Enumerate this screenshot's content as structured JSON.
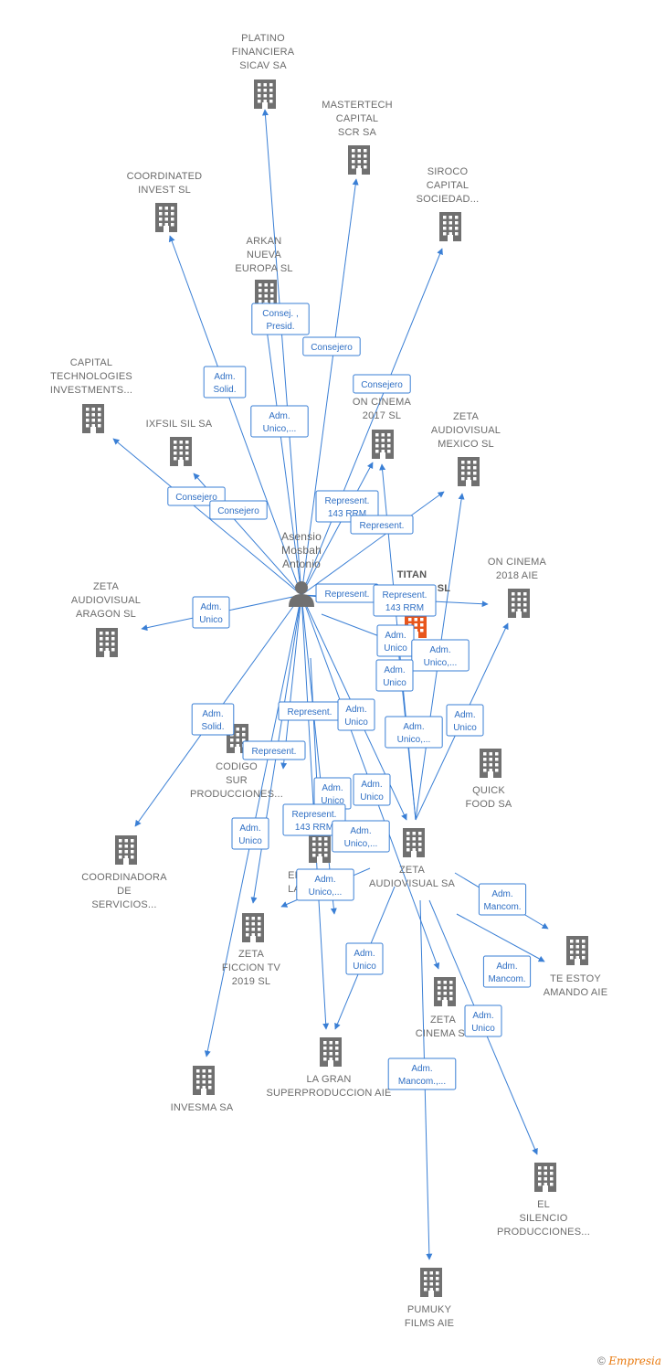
{
  "center": {
    "lines": [
      "Asensio",
      "Mosbah",
      "Antonio"
    ]
  },
  "nodes": [
    {
      "id": "platino",
      "lines": [
        "PLATINO",
        "FINANCIERA",
        "SICAV SA"
      ]
    },
    {
      "id": "mastertech",
      "lines": [
        "MASTERTECH",
        "CAPITAL",
        "SCR SA"
      ]
    },
    {
      "id": "coordinated",
      "lines": [
        "COORDINATED",
        "INVEST  SL"
      ]
    },
    {
      "id": "siroco",
      "lines": [
        "SIROCO",
        "CAPITAL",
        "SOCIEDAD..."
      ]
    },
    {
      "id": "arkan",
      "lines": [
        "ARKAN",
        "NUEVA",
        "EUROPA  SL"
      ]
    },
    {
      "id": "captech",
      "lines": [
        "CAPITAL",
        "TECHNOLOGIES",
        "INVESTMENTS..."
      ]
    },
    {
      "id": "ixfsil",
      "lines": [
        "IXFSIL SIL SA"
      ]
    },
    {
      "id": "oncinema2017",
      "lines": [
        "ON CINEMA",
        "2017  SL"
      ]
    },
    {
      "id": "zetamexico",
      "lines": [
        "ZETA",
        "AUDIOVISUAL",
        "MEXICO  SL"
      ]
    },
    {
      "id": "titan",
      "lines": [
        "TITAN",
        "SL"
      ]
    },
    {
      "id": "oncinema2018",
      "lines": [
        "ON CINEMA",
        "2018  AIE"
      ]
    },
    {
      "id": "zetaaragon",
      "lines": [
        "ZETA",
        "AUDIOVISUAL",
        "ARAGON SL"
      ]
    },
    {
      "id": "codigosur",
      "lines": [
        "CODIGO",
        "SUR",
        "PRODUCCIONES..."
      ]
    },
    {
      "id": "quickfood",
      "lines": [
        "QUICK",
        "FOOD SA"
      ]
    },
    {
      "id": "coordinadora",
      "lines": [
        "COORDINADORA",
        "DE",
        "SERVICIOS..."
      ]
    },
    {
      "id": "ellalinea",
      "lines": [
        "EL",
        "LA"
      ]
    },
    {
      "id": "zetaaudiovisual",
      "lines": [
        "ZETA",
        "AUDIOVISUAL SA"
      ]
    },
    {
      "id": "zetaficcion",
      "lines": [
        "ZETA",
        "FICCION TV",
        "2019  SL"
      ]
    },
    {
      "id": "teestoy",
      "lines": [
        "TE ESTOY",
        "AMANDO AIE"
      ]
    },
    {
      "id": "zetacinema",
      "lines": [
        "ZETA",
        "CINEMA SL"
      ]
    },
    {
      "id": "lagran",
      "lines": [
        "LA GRAN",
        "SUPERPRODUCCION AIE"
      ]
    },
    {
      "id": "invesma",
      "lines": [
        "INVESMA SA"
      ]
    },
    {
      "id": "elsilencio",
      "lines": [
        "EL",
        "SILENCIO",
        "PRODUCCIONES..."
      ]
    },
    {
      "id": "pumuky",
      "lines": [
        "PUMUKY",
        "FILMS AIE"
      ]
    }
  ],
  "edge_labels": [
    {
      "lines": [
        "Consej. ,",
        "Presid."
      ]
    },
    {
      "lines": [
        "Consejero"
      ]
    },
    {
      "lines": [
        "Adm.",
        "Solid."
      ]
    },
    {
      "lines": [
        "Consejero"
      ]
    },
    {
      "lines": [
        "Adm.",
        "Unico,..."
      ]
    },
    {
      "lines": [
        "Consejero"
      ]
    },
    {
      "lines": [
        "Consejero"
      ]
    },
    {
      "lines": [
        "Represent.",
        "143 RRM"
      ]
    },
    {
      "lines": [
        "Represent."
      ]
    },
    {
      "lines": [
        "Adm.",
        "Unico"
      ]
    },
    {
      "lines": [
        "Represent."
      ]
    },
    {
      "lines": [
        "Represent.",
        "143 RRM"
      ]
    },
    {
      "lines": [
        "Adm.",
        "Unico"
      ]
    },
    {
      "lines": [
        "Adm.",
        "Unico,..."
      ]
    },
    {
      "lines": [
        "Adm.",
        "Unico"
      ]
    },
    {
      "lines": [
        "Adm.",
        "Solid."
      ]
    },
    {
      "lines": [
        "Represent."
      ]
    },
    {
      "lines": [
        "Adm.",
        "Unico"
      ]
    },
    {
      "lines": [
        "Adm.",
        "Unico"
      ]
    },
    {
      "lines": [
        "Represent."
      ]
    },
    {
      "lines": [
        "Adm.",
        "Unico,..."
      ]
    },
    {
      "lines": [
        "Adm.",
        "Unico"
      ]
    },
    {
      "lines": [
        "Adm.",
        "Unico"
      ]
    },
    {
      "lines": [
        "Represent.",
        "143 RRM"
      ]
    },
    {
      "lines": [
        "Adm.",
        "Unico"
      ]
    },
    {
      "lines": [
        "Adm.",
        "Unico,..."
      ]
    },
    {
      "lines": [
        "Adm.",
        "Unico,..."
      ]
    },
    {
      "lines": [
        "Adm.",
        "Mancom."
      ]
    },
    {
      "lines": [
        "Adm.",
        "Mancom."
      ]
    },
    {
      "lines": [
        "Adm.",
        "Unico"
      ]
    },
    {
      "lines": [
        "Adm.",
        "Unico"
      ]
    },
    {
      "lines": [
        "Adm.",
        "Mancom.,..."
      ]
    }
  ],
  "footer": {
    "copyright": "©",
    "brand": "Empresia"
  },
  "colors": {
    "edge": "#3a7fd5",
    "building": "#707070",
    "highlight": "#e8561c",
    "person": "#707070"
  }
}
